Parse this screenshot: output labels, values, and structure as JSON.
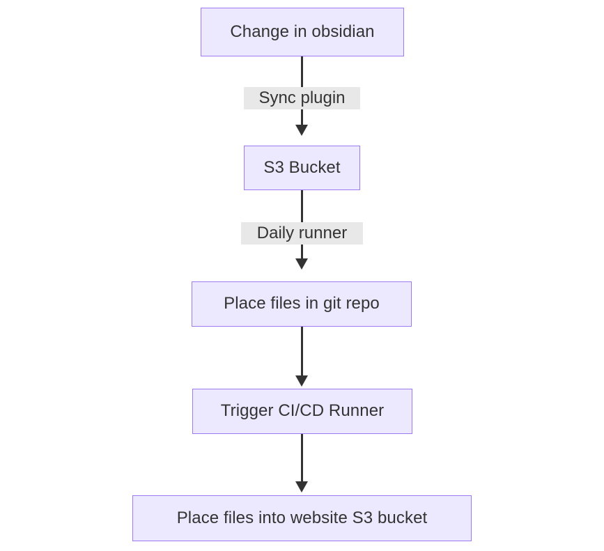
{
  "diagram": {
    "type": "flowchart",
    "direction": "top-to-bottom",
    "theme": {
      "node_fill": "#ece8fd",
      "node_border": "#9d79f2",
      "node_text": "#333333",
      "edge_color": "#333333",
      "edge_label_background": "#e8e8e8",
      "canvas_background": "#ffffff"
    },
    "nodes": [
      {
        "id": "n1",
        "label": "Change in obsidian"
      },
      {
        "id": "n2",
        "label": "S3 Bucket"
      },
      {
        "id": "n3",
        "label": "Place files in git repo"
      },
      {
        "id": "n4",
        "label": "Trigger CI/CD Runner"
      },
      {
        "id": "n5",
        "label": "Place files into website S3 bucket"
      }
    ],
    "edges": [
      {
        "from": "n1",
        "to": "n2",
        "label": "Sync plugin"
      },
      {
        "from": "n2",
        "to": "n3",
        "label": "Daily runner"
      },
      {
        "from": "n3",
        "to": "n4",
        "label": ""
      },
      {
        "from": "n4",
        "to": "n5",
        "label": ""
      }
    ]
  }
}
